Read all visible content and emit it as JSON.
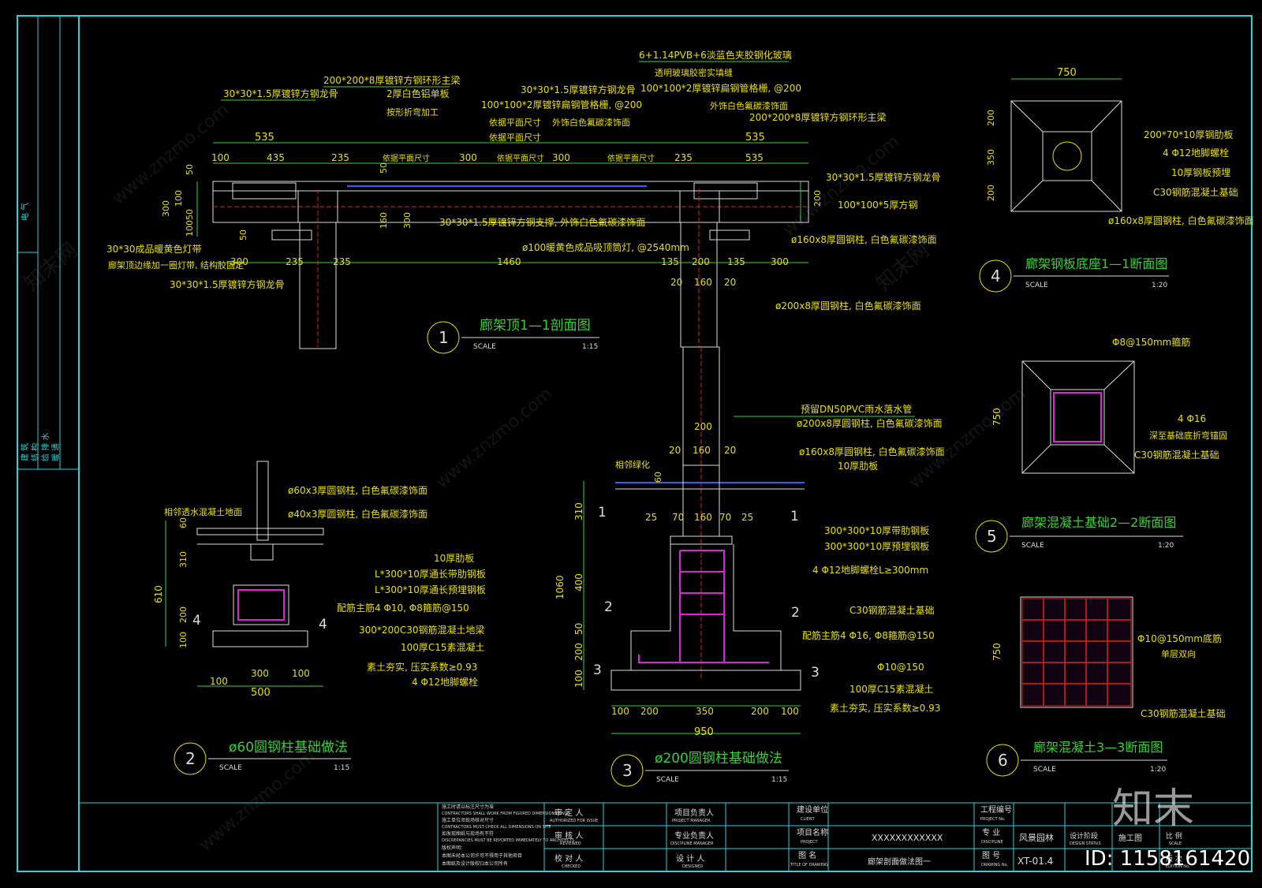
{
  "sidebar": {
    "trade1": "电 气",
    "trade2": "建 筑",
    "trade3": "结 构",
    "trade4": "给 排 水",
    "trade5": "暖 通"
  },
  "scale_word": "SCALE",
  "detail1": {
    "num": "1",
    "title": "廊架顶1—1剖面图",
    "scale": "1:15",
    "notes": [
      "200*200*8厚镀锌方钢环形主梁",
      "30*30*1.5厚镀锌方钢龙骨",
      "2厚白色铝单板",
      "按形折弯加工",
      "30*30*1.5厚镀锌方钢龙骨",
      "100*100*2厚镀锌扁钢管格栅, @200",
      "依据平面尺寸",
      "外饰白色氟碳漆饰面",
      "6+1.14PVB+6淡蓝色夹胶钢化玻璃",
      "透明玻璃胶密实填缝",
      "100*100*2厚镀锌扁钢管格栅, @200",
      "外饰白色氟碳漆饰面",
      "200*200*8厚镀锌方钢环形主梁",
      "30*30*1.5厚镀锌方钢龙骨",
      "100*100*5厚方钢",
      "30*30*1.5厚镀锌方钢支撑, 外饰白色氟碳漆饰面",
      "ø100暖黄色成品吸顶筒灯, @2540mm",
      "ø160x8厚圆钢柱, 白色氟碳漆饰面",
      "ø200x8厚圆钢柱, 白色氟碳漆饰面",
      "30*30成品暖黄色灯带",
      "廊架顶边缘加一圈灯带, 结构胶固定",
      "30*30*1.5厚镀锌方钢龙骨",
      "依据平面尺寸"
    ],
    "dims": [
      "535",
      "100",
      "435",
      "235",
      "依据平面尺寸",
      "300",
      "依据平面尺寸",
      "300",
      "依据平面尺寸",
      "235",
      "535",
      "535",
      "300",
      "235",
      "235",
      "1460",
      "135",
      "200",
      "135",
      "300",
      "20",
      "160",
      "20",
      "50",
      "100",
      "300",
      "10050",
      "50",
      "50",
      "160",
      "300",
      "200"
    ]
  },
  "detail2": {
    "num": "2",
    "title": "ø60圆钢柱基础做法",
    "scale": "1:15",
    "notes": [
      "ø60x3厚圆钢柱, 白色氟碳漆饰面",
      "ø40x3厚圆钢柱, 白色氟碳漆饰面",
      "相邻透水混凝土地面",
      "10厚肋板",
      "L*300*10厚通长带肋钢板",
      "L*300*10厚通长预埋钢板",
      "配筋主筋4 Φ10, Φ8箍筋@150",
      "300*200C30钢筋混凝土地梁",
      "100厚C15素混凝土",
      "素土夯实, 压实系数≥0.93",
      "4 Φ12地脚螺栓"
    ],
    "dims": [
      "610",
      "60",
      "310",
      "200",
      "100",
      "300",
      "100",
      "100",
      "500",
      "4",
      "4"
    ]
  },
  "detail3": {
    "num": "3",
    "title": "ø200圆钢柱基础做法",
    "scale": "1:15",
    "notes": [
      "预留DN50PVC雨水落水管",
      "ø200x8厚圆钢柱, 白色氟碳漆饰面",
      "ø160x8厚圆钢柱, 白色氟碳漆饰面",
      "10厚肋板",
      "相邻绿化",
      "300*300*10厚带肋钢板",
      "300*300*10厚预埋钢板",
      "4 Φ12地脚螺栓L≥300mm",
      "C30钢筋混凝土基础",
      "配筋主筋4 Φ16, Φ8箍筋@150",
      "Φ10@150",
      "100厚C15素混凝土",
      "素土夯实, 压实系数≥0.93"
    ],
    "dims": [
      "200",
      "20",
      "160",
      "20",
      "25",
      "70",
      "160",
      "70",
      "25",
      "60",
      "1060",
      "310",
      "400",
      "50",
      "200",
      "100",
      "100",
      "200",
      "350",
      "200",
      "100",
      "950",
      "1",
      "1",
      "2",
      "2",
      "3",
      "3"
    ]
  },
  "detail4": {
    "num": "4",
    "title": "廊架钢板底座1—1断面图",
    "scale": "1:20",
    "notes": [
      "200*70*10厚钢肋板",
      "4 Φ12地脚螺栓",
      "10厚钢板预埋",
      "C30钢筋混凝土基础",
      "ø160x8厚圆钢柱, 白色氟碳漆饰面"
    ],
    "dims": [
      "750",
      "200",
      "350",
      "200"
    ]
  },
  "detail5": {
    "num": "5",
    "title": "廊架混凝土基础2—2断面图",
    "scale": "1:20",
    "notes": [
      "Φ8@150mm箍筋",
      "4 Φ16",
      "深至基础底折弯锚固",
      "C30钢筋混凝土基础"
    ],
    "dims": [
      "750"
    ]
  },
  "detail6": {
    "num": "6",
    "title": "廊架混凝土3—3断面图",
    "scale": "1:20",
    "notes": [
      "Φ10@150mm底筋",
      "单层双向",
      "C30钢筋混凝土基础"
    ],
    "dims": [
      "750"
    ]
  },
  "titleblock": {
    "notes": [
      "施工时请以标注尺寸为准",
      "CONTRACTORS SHALL WORK FROM FIGURED DIMENSIONS ONLY",
      "施工单位须现场核对尺寸",
      "CONTRACTORS MUST CHECK ALL DIMENSIONS ON SITE",
      "如发现图纸与现场有不符",
      "DISCREPANCIES MUST BE REPORTED IMMEDIATELY TO ARCHITECTS",
      "版权声明：",
      "本图未经本公司许可不得用于其他项目",
      "本图纸及设计版权归本公司所有"
    ],
    "approved": "审 定 人",
    "approved_en": "AUTHORIZED FOR ISSUE",
    "reviewed": "审 核 人",
    "reviewed_en": "REVIEWED",
    "checked": "校 对 人",
    "checked_en": "CHECKED",
    "pm": "项目负责人",
    "pm_en": "PROJECT MANAGER",
    "dm": "专业负责人",
    "dm_en": "DISCIPLINE MANAGER",
    "designer": "设 计 人",
    "designer_en": "DESIGNED",
    "client": "建设单位",
    "client_en": "CLIENT",
    "project": "项目名称",
    "project_en": "PROJECT",
    "drawing": "图 名",
    "drawing_en": "TITLE OF DRAWING",
    "project_value": "XXXXXXXXXXXX",
    "drawing_value": "廊架剖面做法图一",
    "proj_no": "工程编号",
    "proj_no_en": "PROJECT No.",
    "discipline": "专 业",
    "discipline_en": "DISCIPLINE",
    "discipline_value": "风景园林",
    "drawing_no": "图 号",
    "drawing_no_en": "DRAWING No.",
    "drawing_no_value": "XT-01.4",
    "stage": "设计阶段",
    "stage_en": "DESIGN STATUS",
    "stage_value": "施工图",
    "scale_label": "比 例",
    "scale_label_en": "SCALE",
    "edition": "版 次",
    "edition_en": "EDITION No."
  },
  "watermark": {
    "logo": "知末",
    "id": "ID: 1158161420",
    "site": "www.znzmo.com",
    "cn": "知末网"
  }
}
